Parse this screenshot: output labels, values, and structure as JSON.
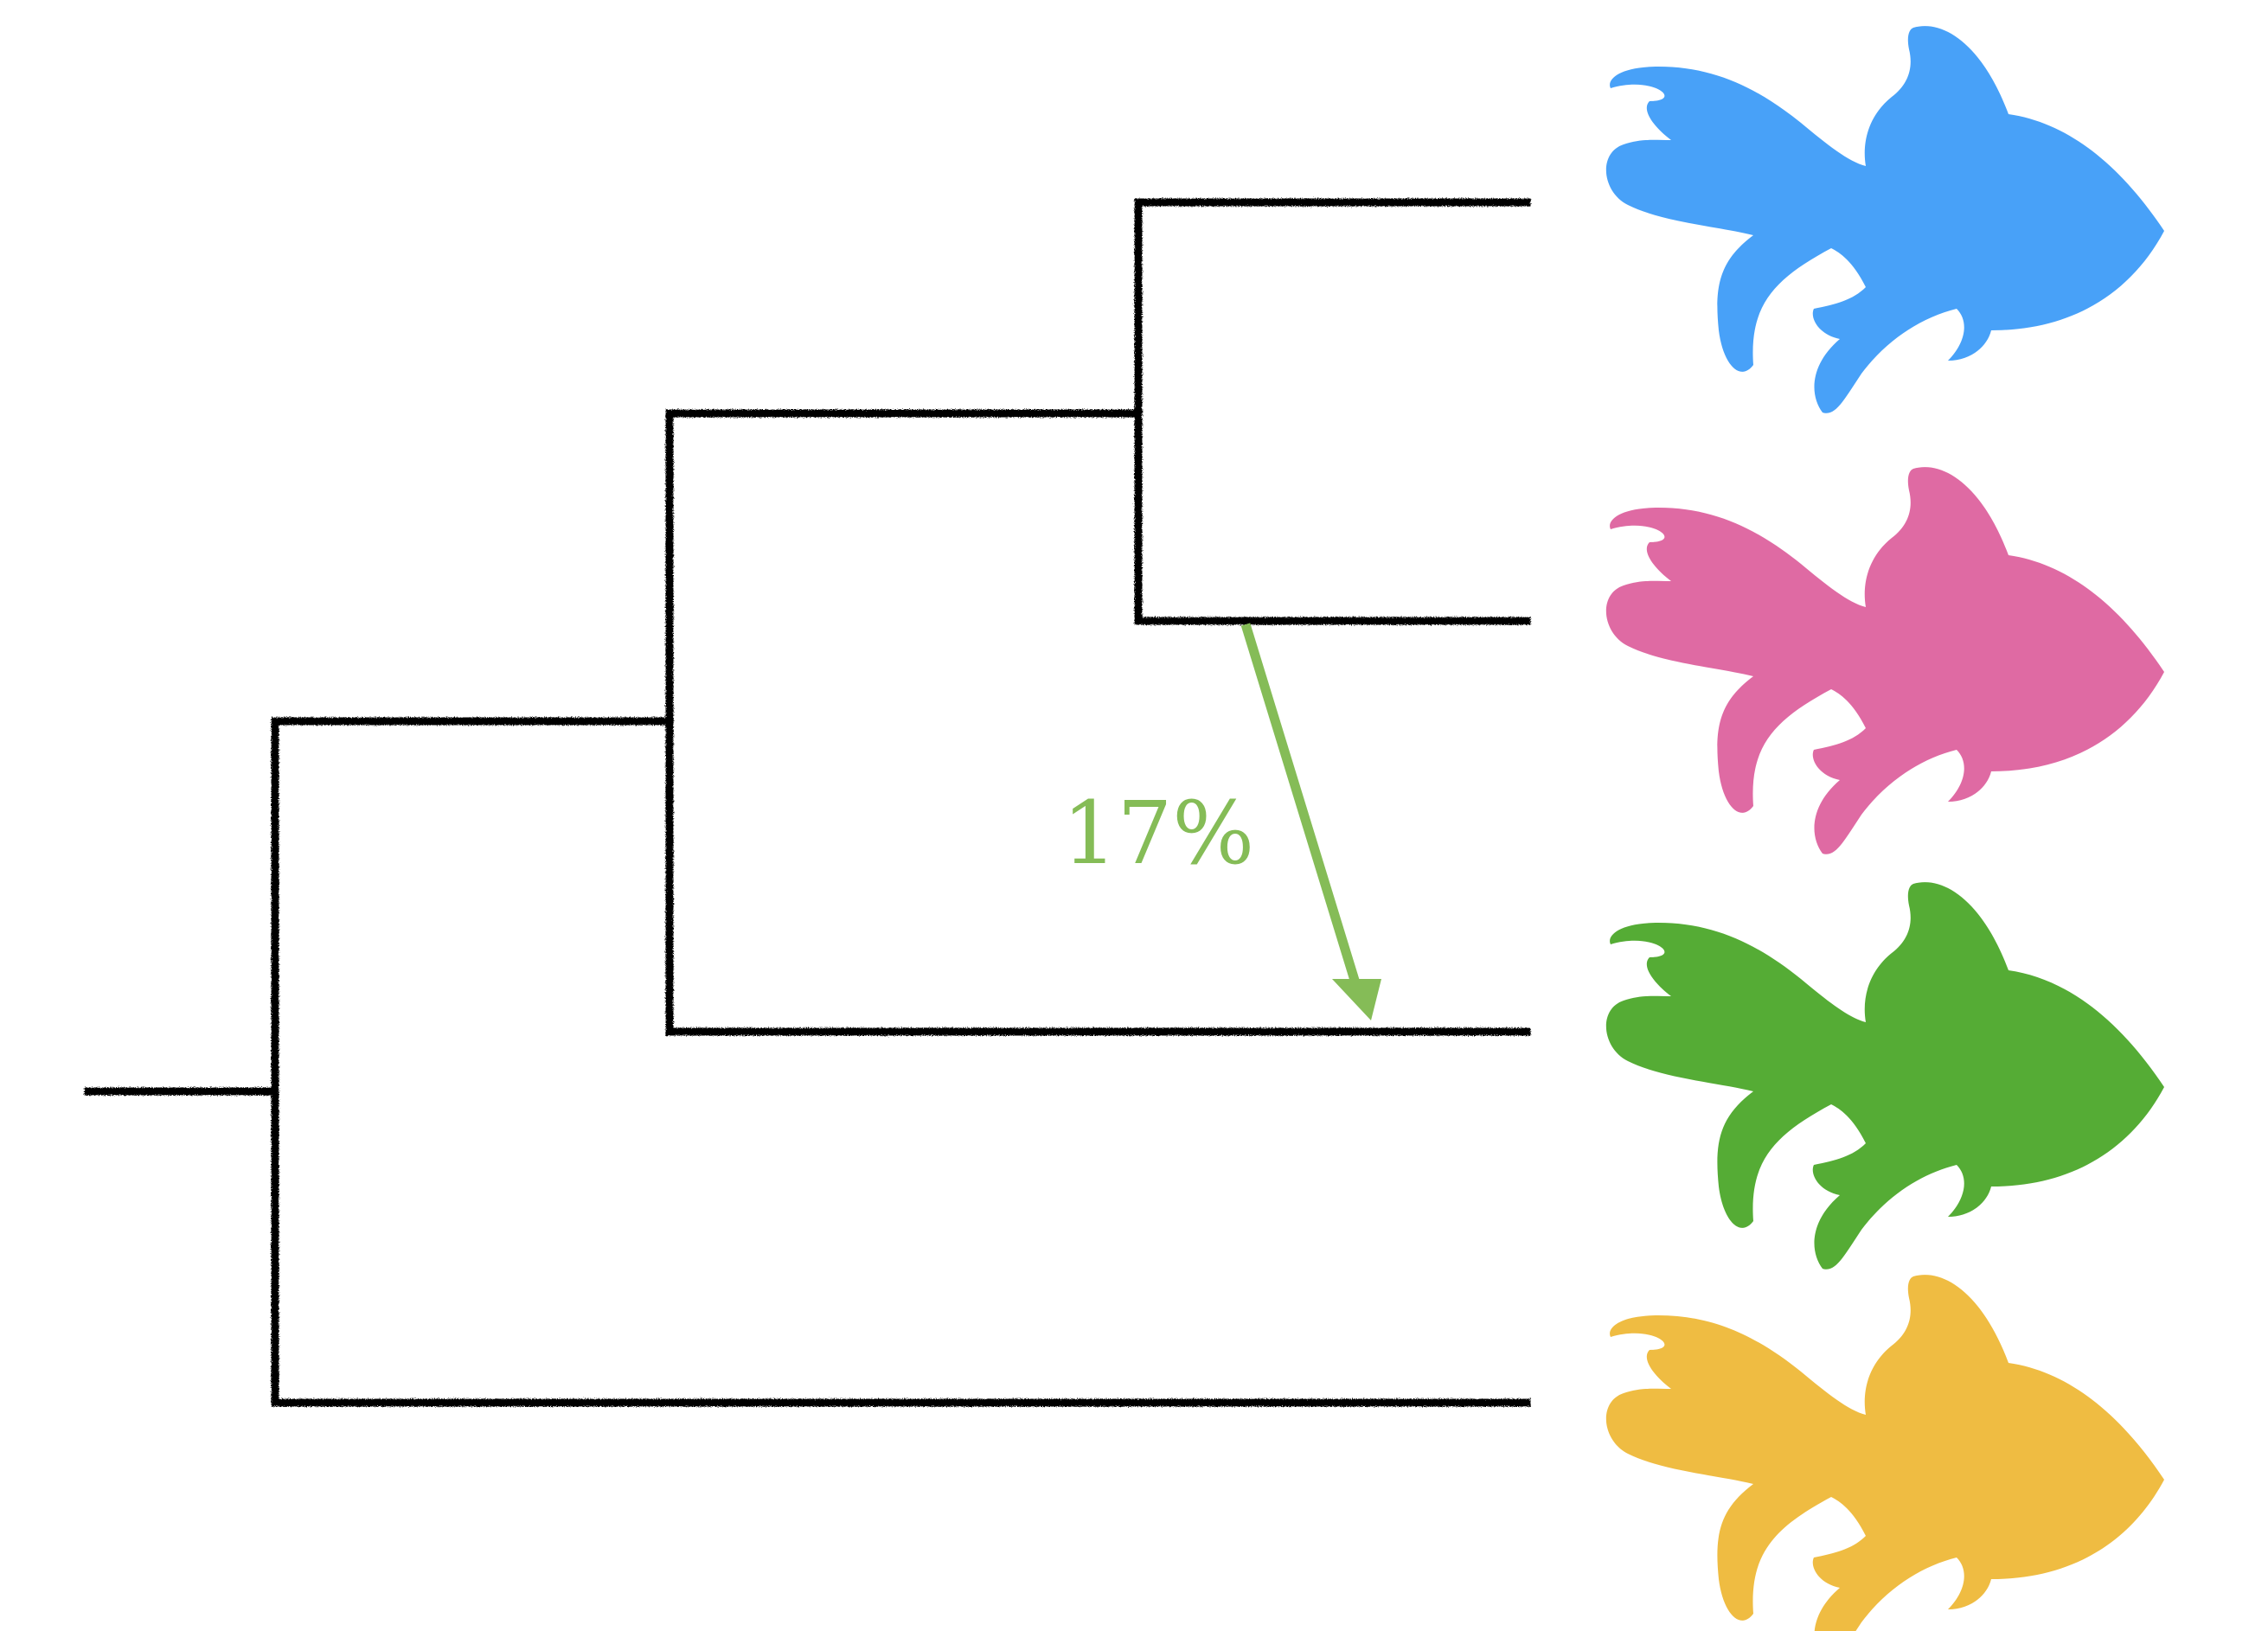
{
  "tree": {
    "line_color": "#000000",
    "leaves": [
      {
        "id": "blue",
        "color": "#48A1F8"
      },
      {
        "id": "pink",
        "color": "#DF6AA3"
      },
      {
        "id": "green",
        "color": "#55AC35"
      },
      {
        "id": "yellow",
        "color": "#EFBC42"
      }
    ]
  },
  "migration": {
    "from": "pink",
    "to": "green",
    "label": "17%",
    "color": "#85BC57"
  }
}
